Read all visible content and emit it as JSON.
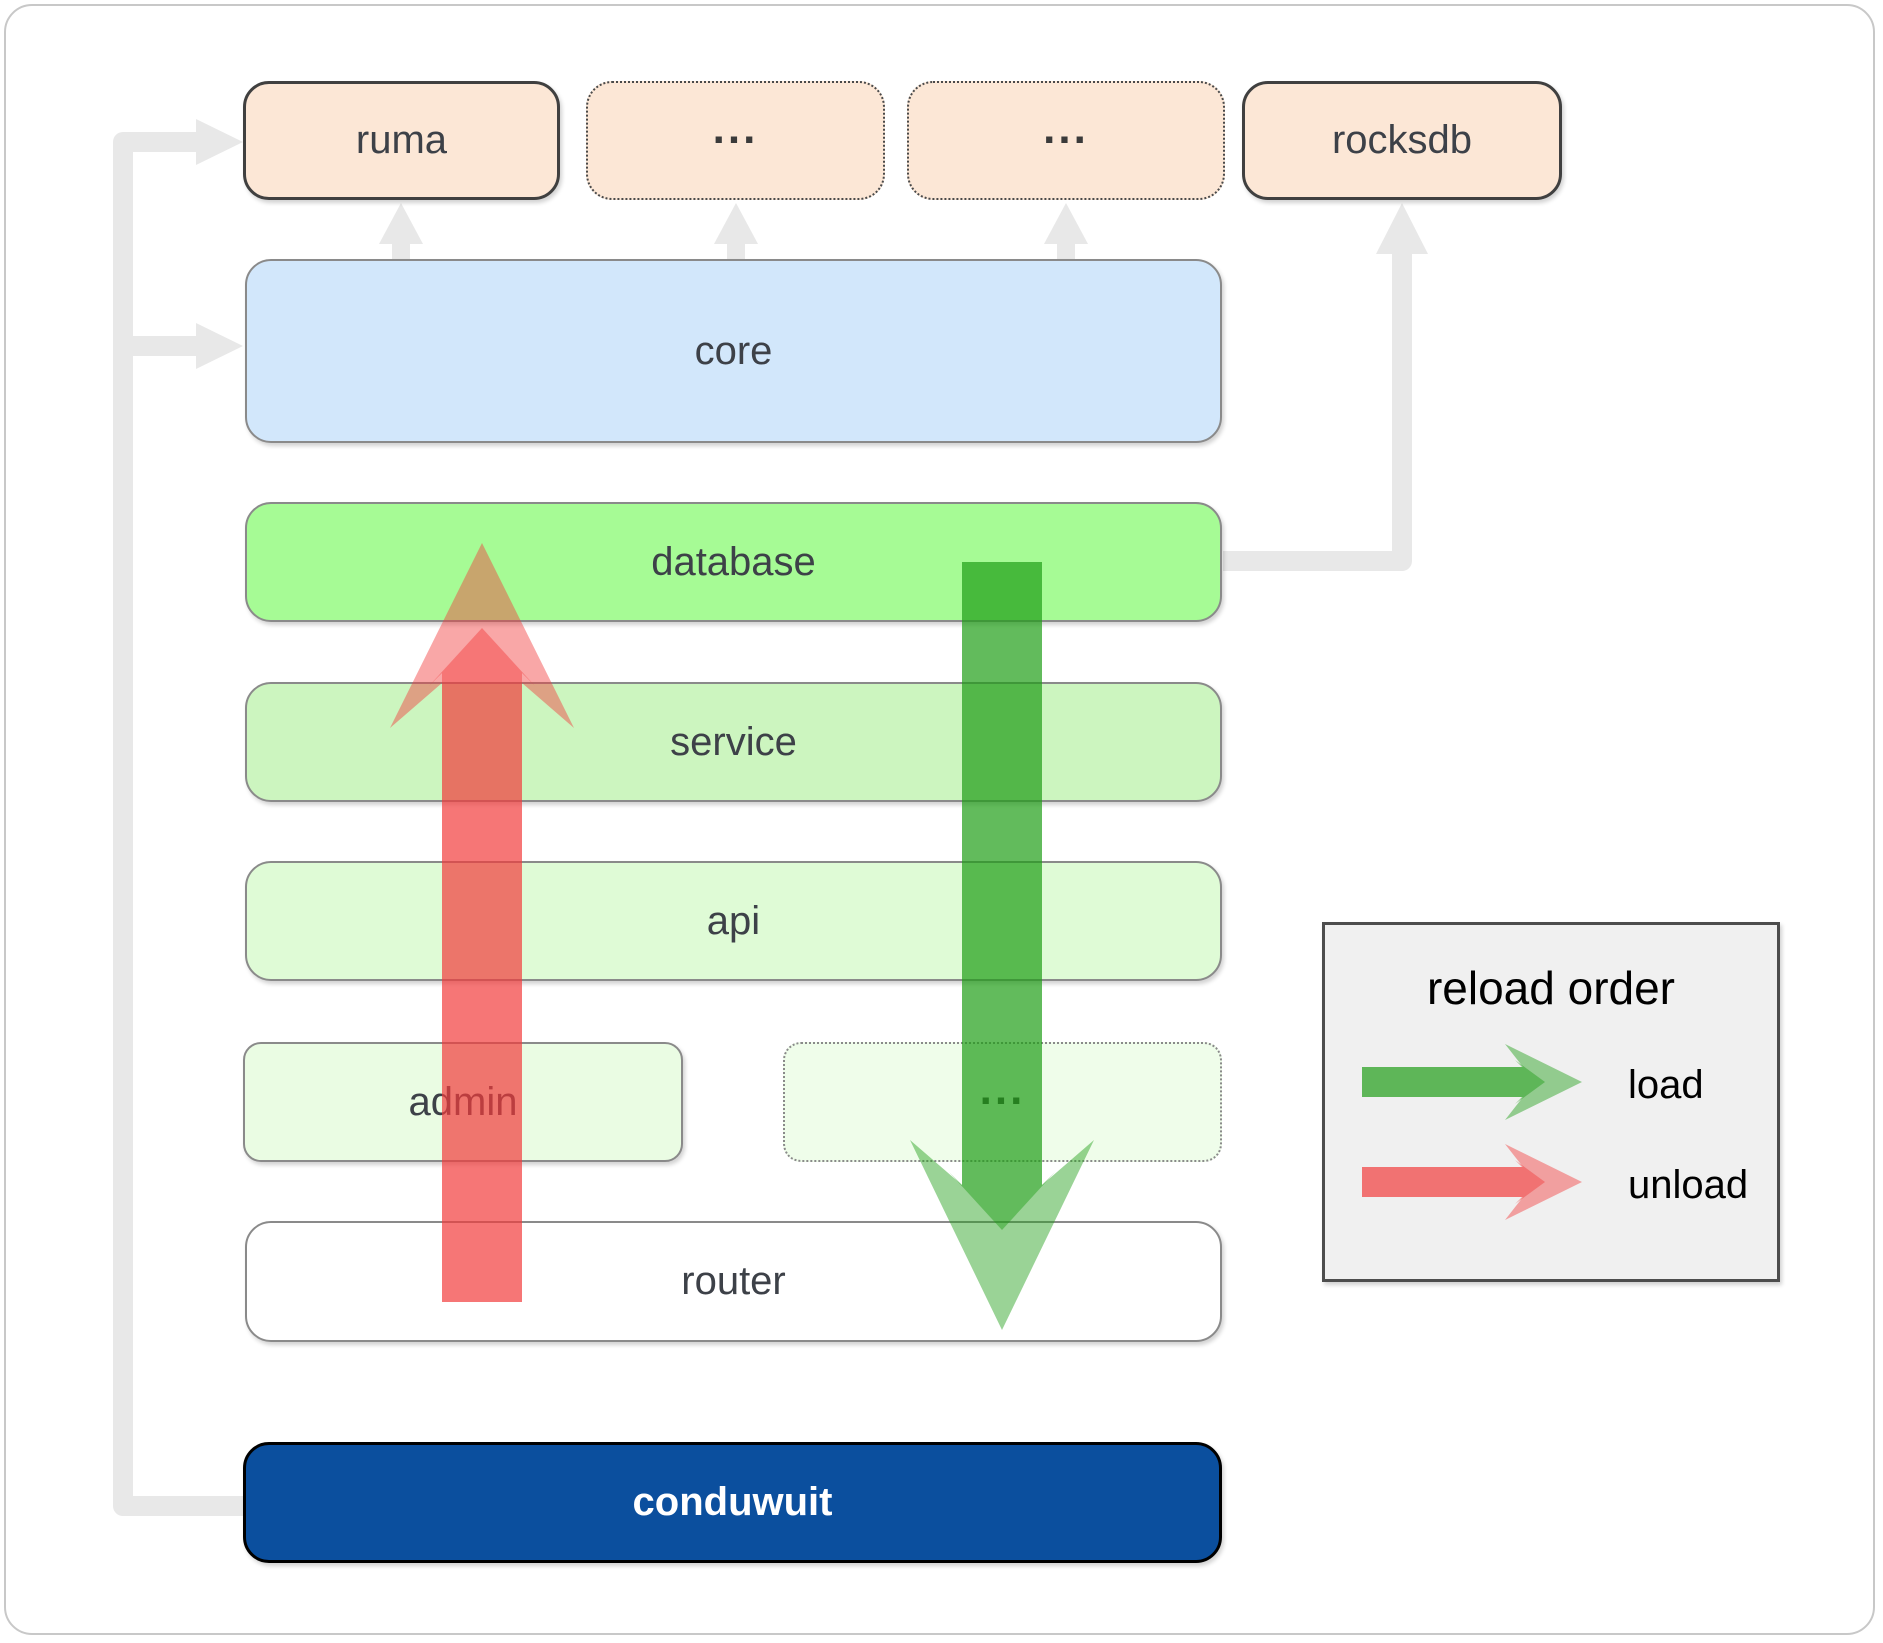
{
  "boxes": {
    "ruma": "ruma",
    "dots_top_1": "...",
    "dots_top_2": "...",
    "rocksdb": "rocksdb",
    "core": "core",
    "database": "database",
    "service": "service",
    "api": "api",
    "admin": "admin",
    "dots_admin": "...",
    "router": "router",
    "conduwuit": "conduwuit"
  },
  "legend": {
    "title": "reload order",
    "load_label": "load",
    "unload_label": "unload"
  },
  "colors": {
    "load_arrow": "#1f9e17",
    "unload_arrow": "#f23b3b",
    "dependency_arrow": "#e8e8e8",
    "peach_box": "#fce7d6",
    "core_box": "#d2e7fb",
    "database_box": "#a6fb95",
    "service_box": "#ccf5bf",
    "api_box": "#dffbd6",
    "admin_box": "#eafce3",
    "router_box": "#ffffff",
    "conduwuit_box": "#0b4f9e",
    "legend_box": "#f0f0f0"
  }
}
